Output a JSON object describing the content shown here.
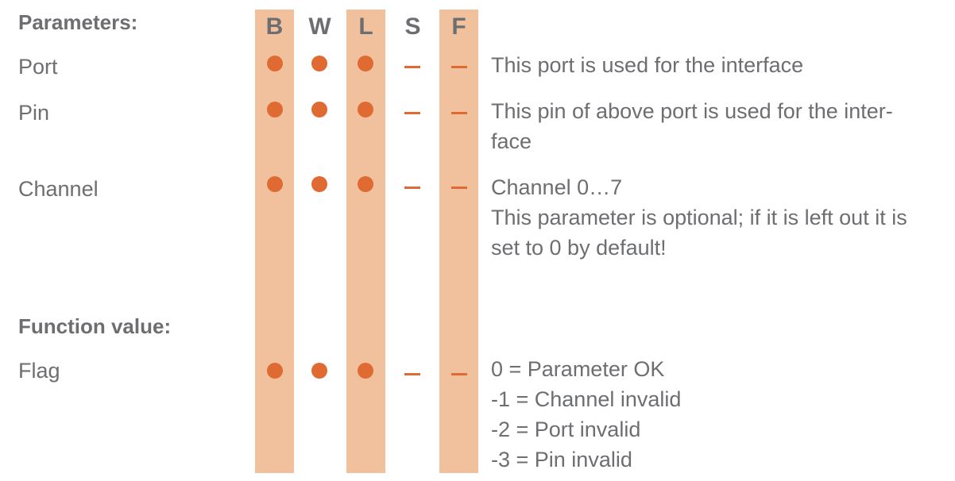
{
  "columns": {
    "b": "B",
    "w": "W",
    "l": "L",
    "s": "S",
    "f": "F"
  },
  "sections": {
    "parameters_title": "Parameters:",
    "function_value_title": "Function value:"
  },
  "rows": {
    "port": {
      "name": "Port",
      "support": {
        "B": "yes",
        "W": "yes",
        "L": "yes",
        "S": "no",
        "F": "no"
      },
      "lines": [
        "This port is used for the interface"
      ]
    },
    "pin": {
      "name": "Pin",
      "support": {
        "B": "yes",
        "W": "yes",
        "L": "yes",
        "S": "no",
        "F": "no"
      },
      "lines": [
        "This pin of above port is used for the inter-",
        "face"
      ]
    },
    "channel": {
      "name": "Channel",
      "support": {
        "B": "yes",
        "W": "yes",
        "L": "yes",
        "S": "no",
        "F": "no"
      },
      "lines": [
        "Channel 0…7",
        "This parameter is optional; if it is left out it is",
        "set to 0 by default!"
      ]
    },
    "flag": {
      "name": "Flag",
      "support": {
        "B": "yes",
        "W": "yes",
        "L": "yes",
        "S": "no",
        "F": "no"
      },
      "lines": [
        "0 = Parameter OK",
        "-1 = Channel invalid",
        "-2 = Port invalid",
        "-3 = Pin invalid"
      ]
    }
  },
  "colors": {
    "stripe": "#f1c19e",
    "marker": "#e06b32",
    "text": "#6d6e71"
  }
}
